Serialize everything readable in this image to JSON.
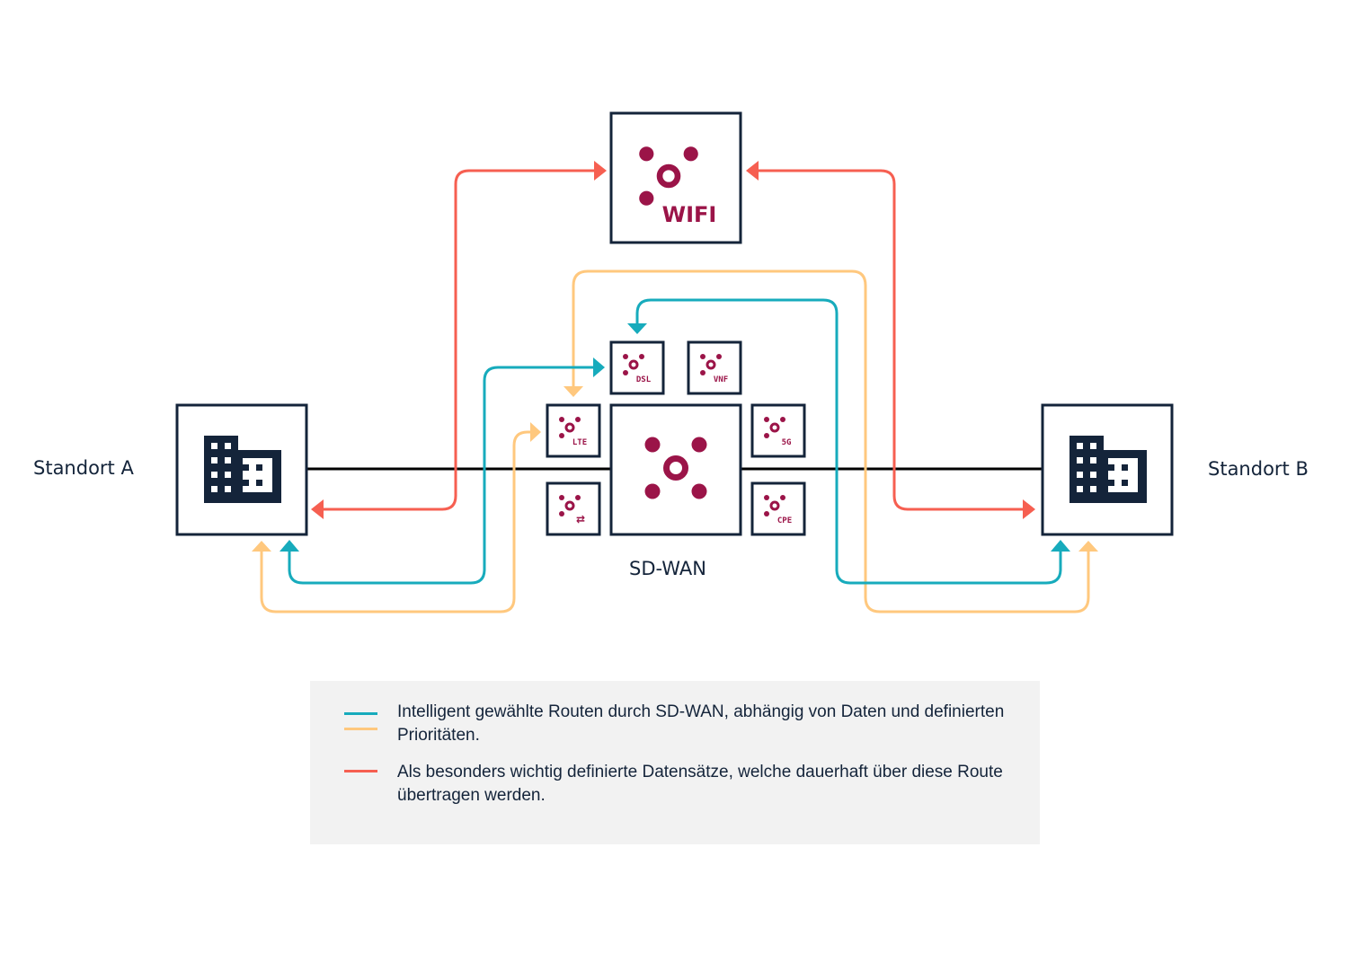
{
  "colors": {
    "teal": "#17abbc",
    "orange": "#ffc87e",
    "red": "#f65f51",
    "accent": "#9b1448",
    "dark": "#14243a"
  },
  "sites": {
    "a": {
      "label": "Standort A",
      "icon": "building-icon"
    },
    "b": {
      "label": "Standort B",
      "icon": "building-icon"
    }
  },
  "hub": {
    "label": "SD-WAN",
    "icon": "network-hub-icon"
  },
  "wifi": {
    "label": "WIFI",
    "icon": "network-hub-icon"
  },
  "modules": [
    {
      "id": "dsl",
      "label": "DSL"
    },
    {
      "id": "vnf",
      "label": "VNF"
    },
    {
      "id": "lte",
      "label": "LTE"
    },
    {
      "id": "5g",
      "label": "5G"
    },
    {
      "id": "exchange",
      "label": "⇄"
    },
    {
      "id": "cpe",
      "label": "CPE"
    }
  ],
  "legend": {
    "items": [
      {
        "colors": [
          "teal",
          "orange"
        ],
        "text": "Intelligent gewählte Routen durch SD-WAN, abhängig von Daten und definierten Prioritäten."
      },
      {
        "colors": [
          "red"
        ],
        "text": "Als besonders wichtig definierte Datensätze, welche dauerhaft über diese Route übertragen werden."
      }
    ]
  }
}
